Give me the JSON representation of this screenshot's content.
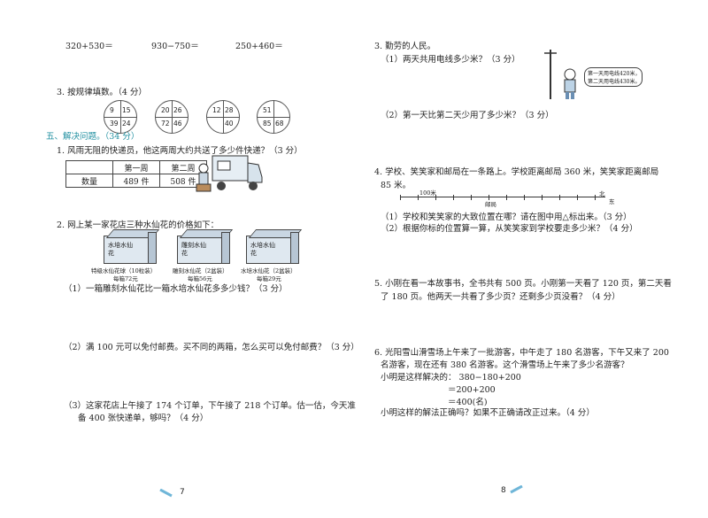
{
  "left": {
    "calc": [
      "320+530＝",
      "930−750＝",
      "250+460＝"
    ],
    "q3_title": "3. 按规律填数。（4 分）",
    "circles": [
      [
        "9",
        "15",
        "39",
        "24"
      ],
      [
        "20",
        "26",
        "72",
        "46"
      ],
      [
        "12",
        "28",
        "",
        "40"
      ],
      [
        "51",
        "",
        "85",
        "68"
      ]
    ],
    "sec5_title": "五、解决问题。（34 分）",
    "q1_text": "1. 风雨无阻的快递员，他这两周大约共送了多少件快递？（3 分）",
    "table_headers": [
      "",
      "第一周",
      "第二周"
    ],
    "table_row": [
      "数量",
      "489 件",
      "508 件"
    ],
    "q2_text": "2. 网上某一家花店三种水仙花的价格如下：",
    "boxes": [
      {
        "label": "水培水仙花",
        "caption": "特级水仙花球（10粒装）",
        "price": "每箱72元"
      },
      {
        "label": "雕刻水仙花",
        "caption": "雕刻水仙花（2盆装）",
        "price": "每箱56元"
      },
      {
        "label": "水培水仙花",
        "caption": "水培水仙花（2盆装）",
        "price": "每箱29元"
      }
    ],
    "q2_1": "（1）一箱雕刻水仙花比一箱水培水仙花多多少钱？（3 分）",
    "q2_2": "（2）满 100 元可以免付邮费。买不同的两箱，怎么买可以免付邮费？（3 分）",
    "q2_3a": "（3）这家花店上午接了 174 个订单，下午接了 218 个订单。估一估，今天准",
    "q2_3b": "备 400 张快递单，够吗？（4 分）",
    "page_num": "7"
  },
  "right": {
    "q3_title": "3. 勤劳的人民。",
    "q3_1": "（1）两天共用电线多少米？（3 分）",
    "bubble": [
      "第一天用电线420米，",
      "第二天用电线430米。"
    ],
    "q3_2": "（2）第一天比第二天少用了多少米？（3 分）",
    "q4a": "4. 学校、笑笑家和邮局在一条路上。学校距离邮局 360 米，笑笑家距离邮局",
    "q4b": "85 米。",
    "nl_scale": "100米",
    "nl_post": "邮局",
    "nl_north": "北",
    "nl_east": "东",
    "q4_1": "（1）学校和笑笑家的大致位置在哪？请在图中用△标出来。（3 分）",
    "q4_2": "（2）根据你标的位置算一算，从笑笑家到学校要走多少米？（4 分）",
    "q5a": "5. 小刚在看一本故事书，全书共有 500 页。小刚第一天看了 120 页，第二天看",
    "q5b": "了 180 页。他两天一共看了多少页？还剩多少页没看？（4 分）",
    "q6a": "6. 光阳雪山滑雪场上午来了一批游客，中午走了 180 名游客，下午又来了 200",
    "q6b": "名游客，现在还有 380 名游客。这个滑雪场上午来了多少名游客？",
    "q6c": "小明是这样解决的：  380−180+200",
    "q6d": "＝200+200",
    "q6e": "＝400(名)",
    "q6f": "小明这样的解法正确吗？如果不正确请改正过来。（4 分）",
    "page_num": "8"
  }
}
